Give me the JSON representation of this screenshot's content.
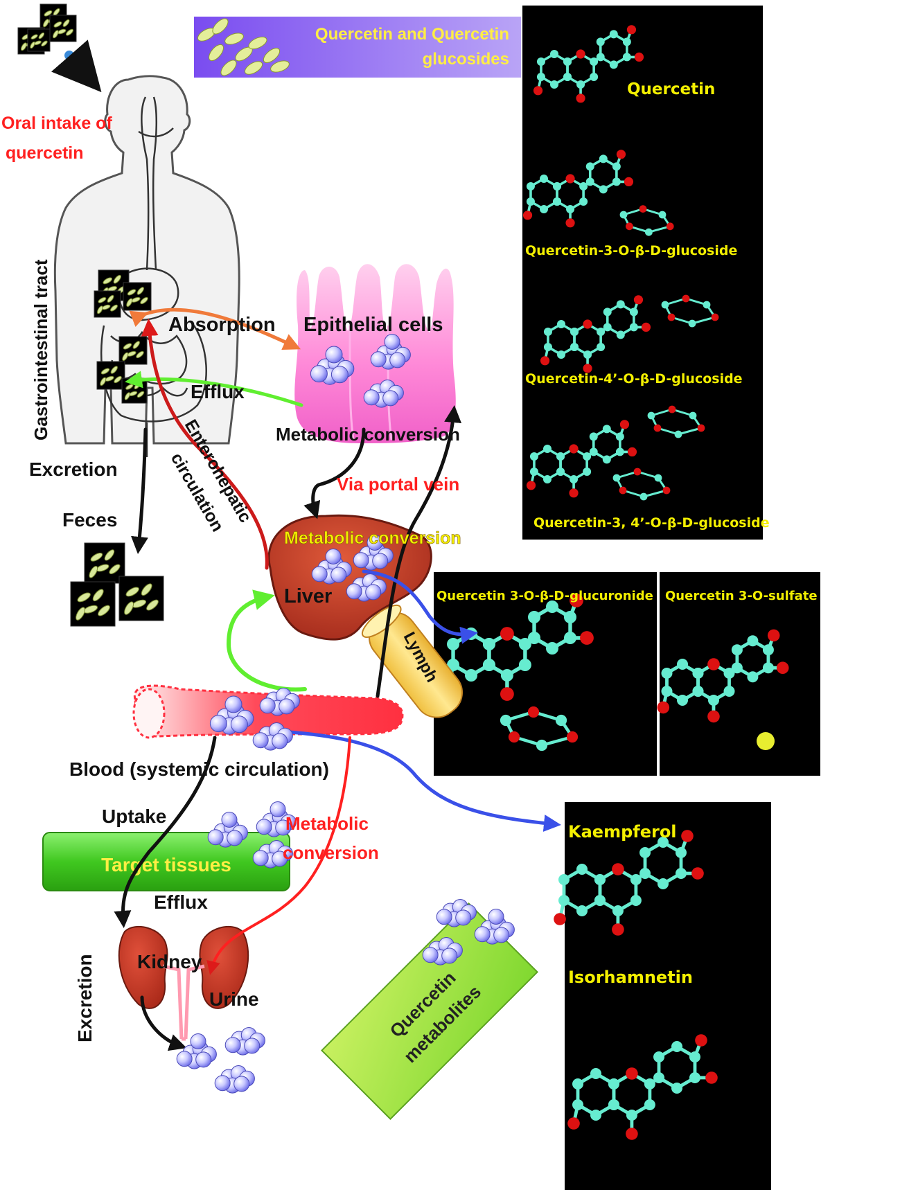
{
  "header_box": {
    "line1": "Quercetin and Quercetin",
    "line2": "glucosides"
  },
  "labels": {
    "oral_line1": "Oral intake of",
    "oral_line2": "quercetin",
    "gi_tract": "Gastrointestinal  tract",
    "absorption": "Absorption",
    "epithelial": "Epithelial cells",
    "efflux_top": "Efflux",
    "metabolic_conv_top": "Metabolic conversion",
    "enterohepatic_1": "Enterohepatic",
    "enterohepatic_2": "circulation",
    "excretion_top": "Excretion",
    "feces": "Feces",
    "portal": "Via portal vein",
    "metabolic_conv_liver": "Metabolic conversion",
    "liver": "Liver",
    "lymph": "Lymph",
    "blood": "Blood (systemic circulation)",
    "uptake": "Uptake",
    "target": "Target tissues",
    "metabolic_conv_bottom_1": "Metabolic",
    "metabolic_conv_bottom_2": "conversion",
    "efflux_bottom": "Efflux",
    "excretion_bottom": "Excretion",
    "kidney": "Kidney",
    "urine": "Urine",
    "metabolites_1": "Quercetin",
    "metabolites_2": "metabolites"
  },
  "molecules": {
    "quercetin": "Quercetin",
    "q3g": "Quercetin-3-O-β-D-glucoside",
    "q4g": "Quercetin-4’-O-β-D-glucoside",
    "q34g": "Quercetin-3, 4’-O-β-D-glucoside",
    "glucuronide": "Quercetin 3-O-β-D-glucuronide",
    "sulfate": "Quercetin 3-O-sulfate",
    "kaempferol": "Kaempferol",
    "isorhamnetin": "Isorhamnetin"
  },
  "colors": {
    "red_text": "#ff2020",
    "yellow_text": "#f4f000",
    "molecule_atom": "#66ecd0",
    "oxygen": "#dd1111",
    "panel_bg": "#000000"
  }
}
